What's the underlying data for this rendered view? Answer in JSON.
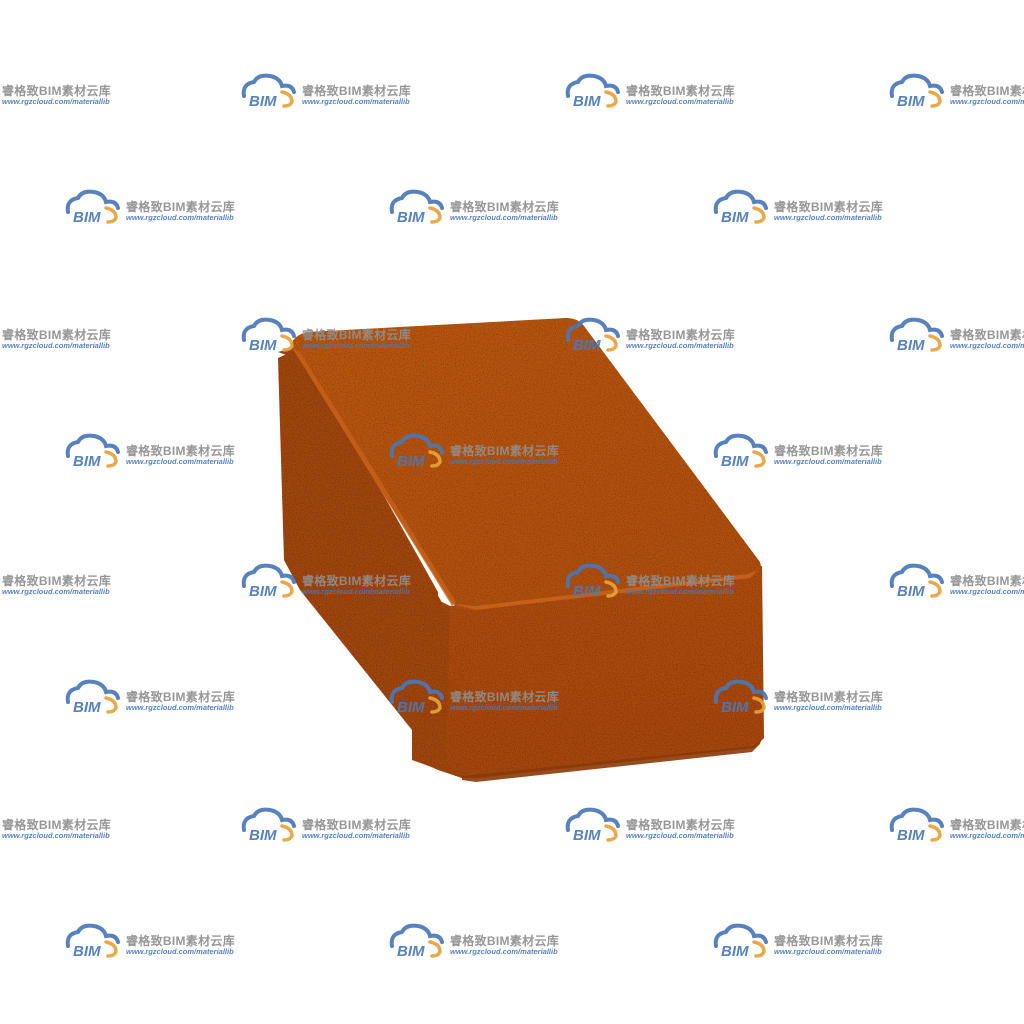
{
  "watermark": {
    "logo_text": "BIM",
    "title": "睿格致BIM素材云库",
    "url": "www.rgzcloud.com/materiallib",
    "logo_blue": "#4a78b8",
    "logo_orange": "#e8a23a",
    "text_gray": "#8f8f8f"
  },
  "object": {
    "name": "paving brick",
    "colors": {
      "top": "#b5520e",
      "front": "#a9490b",
      "side": "#9a420a",
      "edge_highlight": "#c96420",
      "shadow": "#7e3406"
    }
  }
}
